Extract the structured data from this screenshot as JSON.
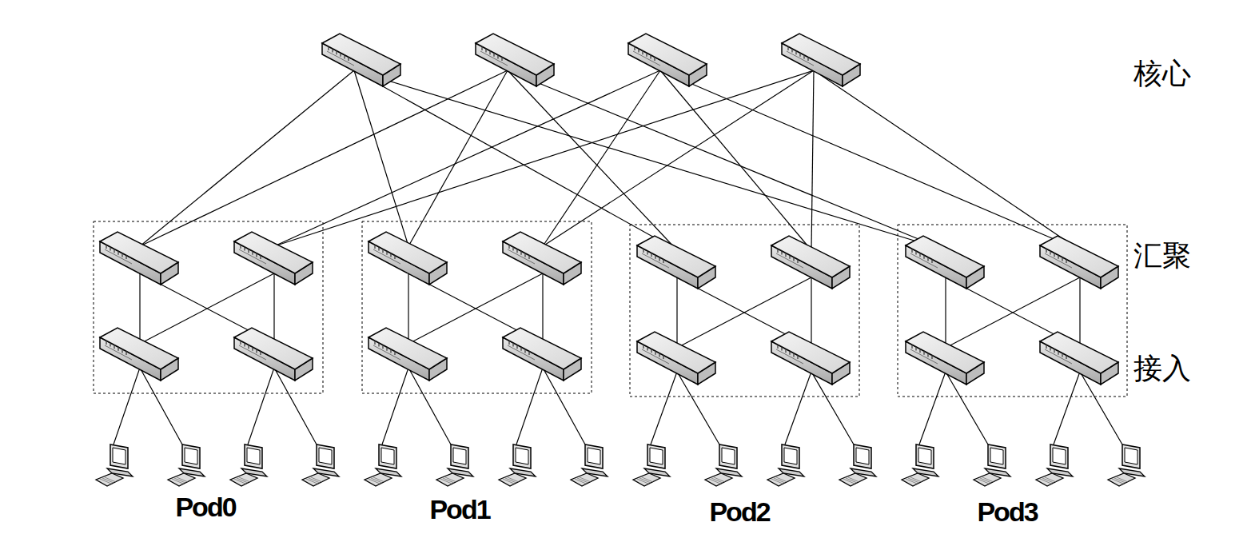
{
  "diagram": {
    "labels": [
      "核心",
      "汇聚",
      "接入",
      "Pod0",
      "Pod1",
      "Pod2",
      "Pod3"
    ]
  }
}
